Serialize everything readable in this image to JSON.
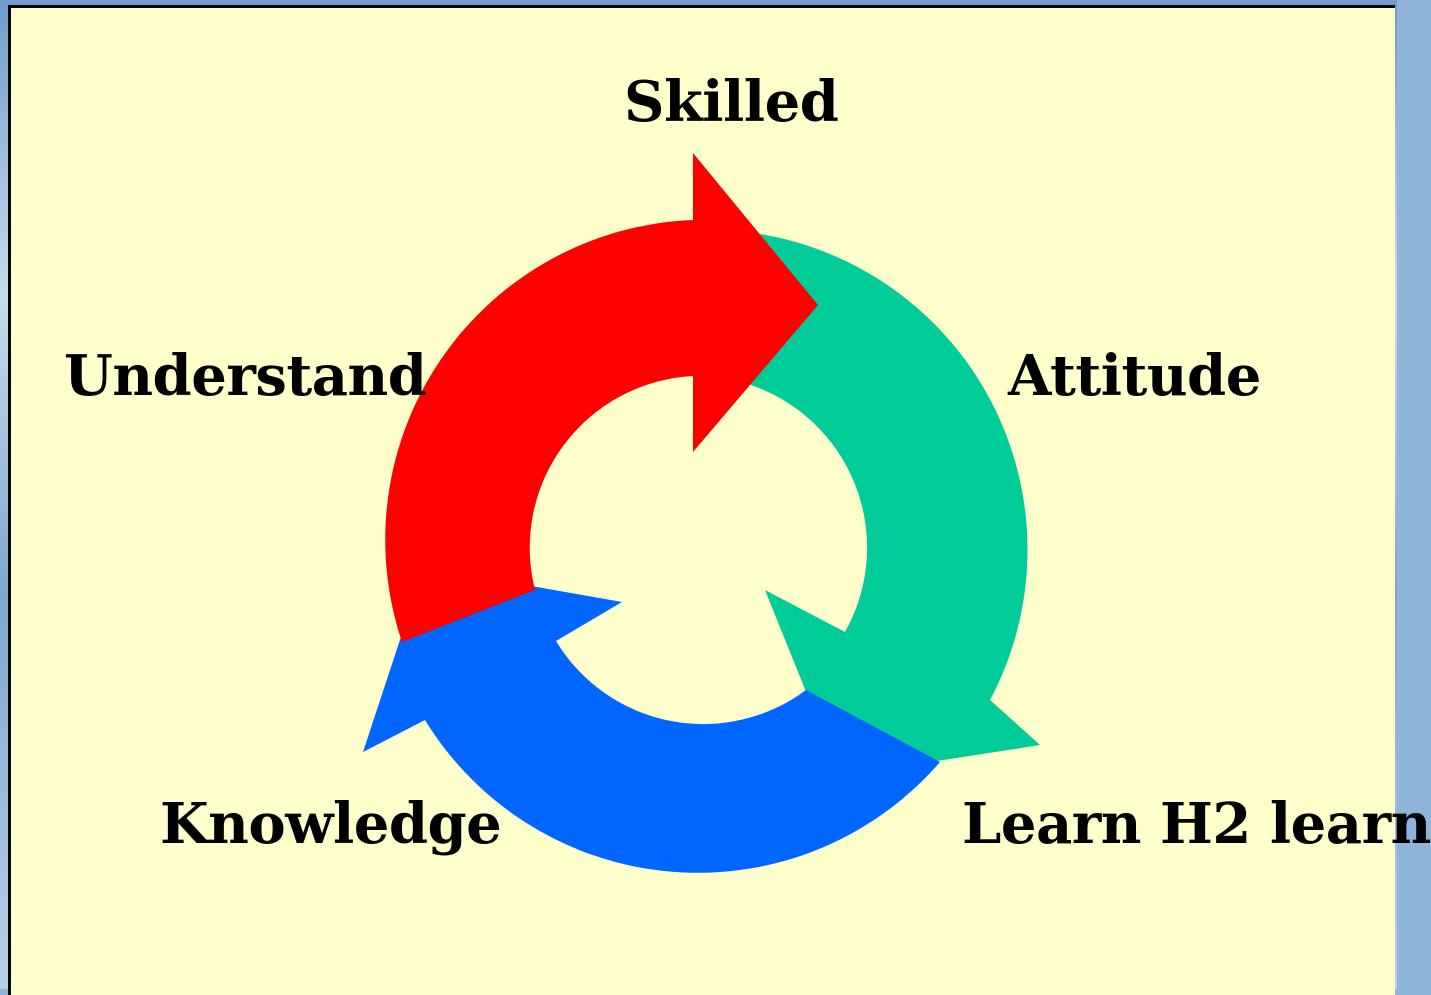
{
  "labels": {
    "skilled": "Skilled",
    "understand": "Understand",
    "attitude": "Attitude",
    "knowledge": "Knowledge",
    "learn": "Learn H2 learn"
  },
  "colors": {
    "panel_background": "#ffffcc",
    "arrow_red": "#ff0000",
    "arrow_green": "#00cc99",
    "arrow_blue": "#0066ff"
  }
}
